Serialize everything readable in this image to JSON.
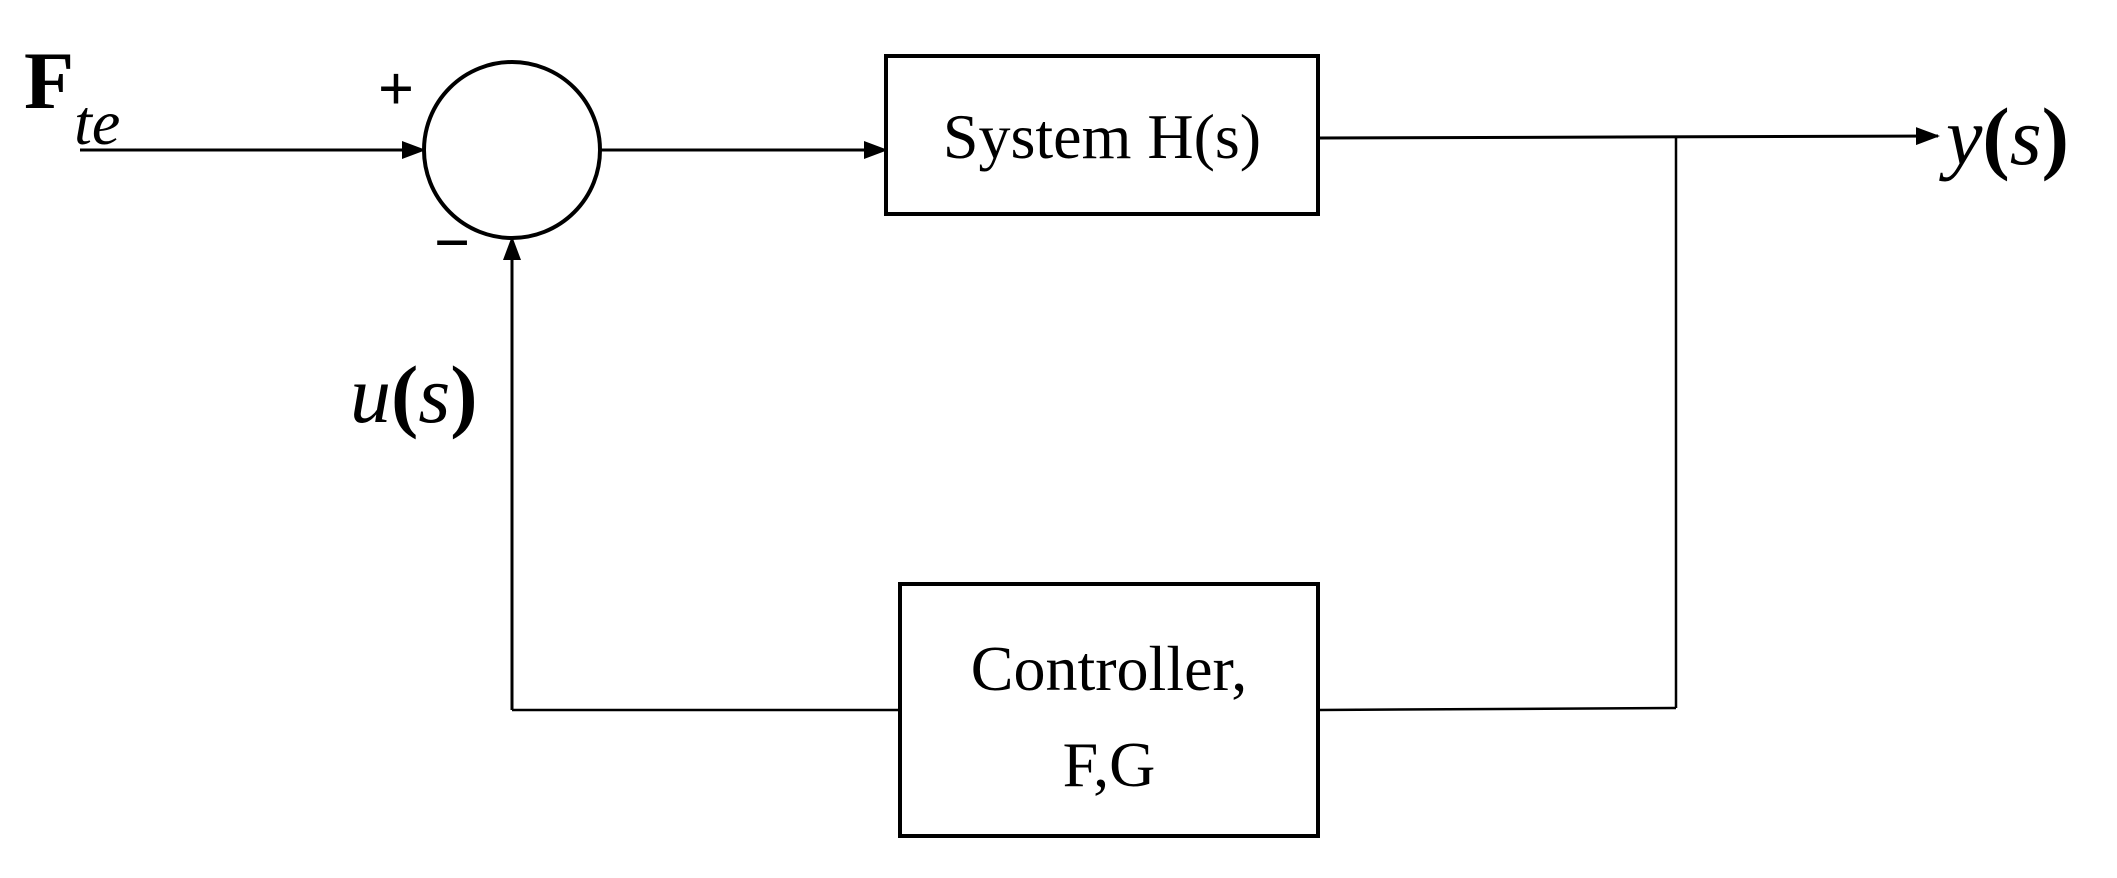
{
  "input_signal": {
    "main": "F",
    "subscript": "te"
  },
  "summing_junction": {
    "plus_sign": "+",
    "minus_sign": "−"
  },
  "system_block": {
    "label": "System H(s)"
  },
  "output_signal": {
    "var": "y",
    "open": "(",
    "arg": "s",
    "close": ")"
  },
  "control_signal": {
    "var": "u",
    "open": "(",
    "arg": "s",
    "close": ")"
  },
  "controller_block": {
    "line1": "Controller,",
    "line2": "F,G"
  }
}
